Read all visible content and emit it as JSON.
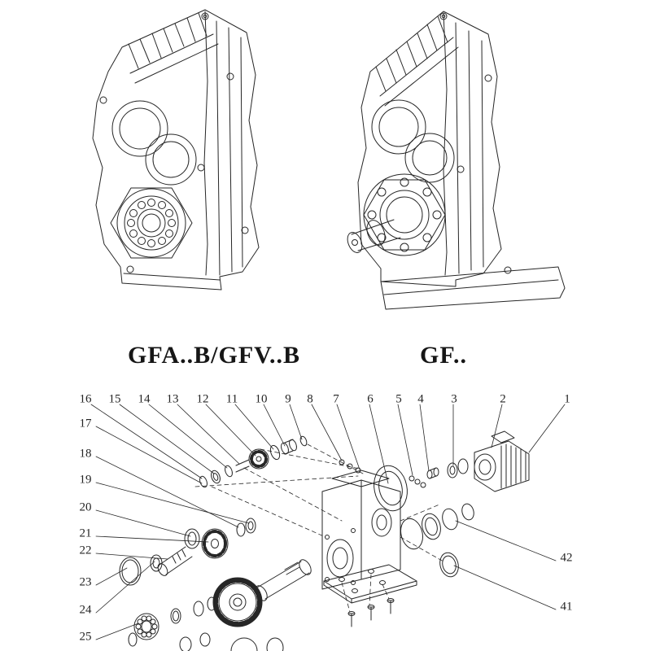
{
  "figures": {
    "left": {
      "label": "GFA..B/GFV..B"
    },
    "right": {
      "label": "GF.."
    }
  },
  "exploded_view": {
    "top_row_numbers": [
      "16",
      "15",
      "14",
      "13",
      "12",
      "11",
      "10",
      "9",
      "8",
      "7",
      "6",
      "5",
      "4",
      "3",
      "2",
      "1"
    ],
    "left_column_numbers": [
      "17",
      "18",
      "19",
      "20",
      "21",
      "22",
      "23",
      "24",
      "25"
    ],
    "right_column_numbers": [
      "42",
      "41"
    ]
  },
  "colors": {
    "line": "#262626",
    "text": "#242424"
  }
}
